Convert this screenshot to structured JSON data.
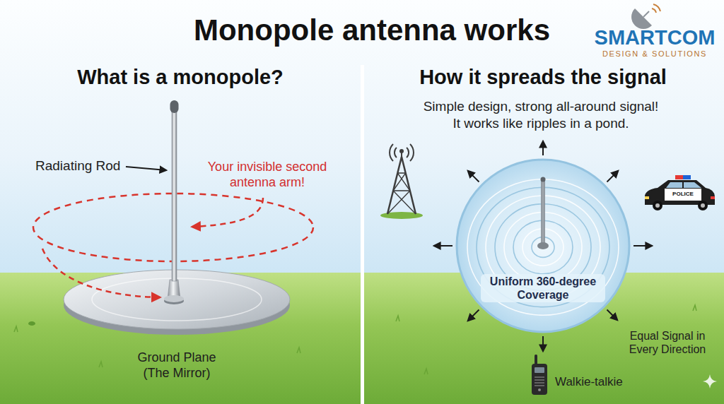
{
  "diagram": {
    "title": "Monopole antenna works",
    "nodes": [
      {
        "text": [
          "Uniform 360-degree Coverage"
        ]
      }
    ],
    "labels": [
      "SMARTCOM",
      "DESIGN & SOLUTIONS",
      "What is a monopole?",
      "Radiating Rod",
      "Your invisible second antenna arm!",
      "Ground Plane (The Mirror)",
      "How it spreads the signal",
      "Simple design, strong all-around signal!",
      "It works like ripples in a pond.",
      "POLICE",
      "Equal Signal in Every Direction",
      "Walkie-talkie"
    ]
  }
}
